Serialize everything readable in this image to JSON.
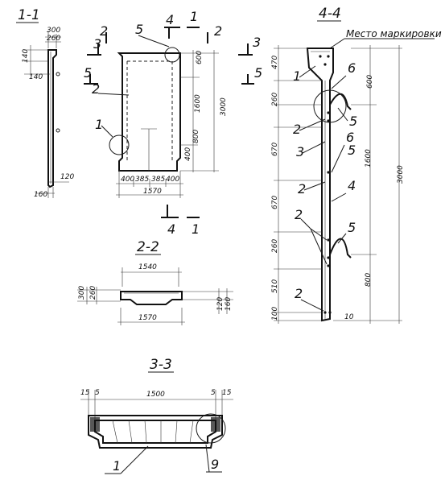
{
  "sections": {
    "s11": "1-1",
    "s22": "2-2",
    "s33": "3-3",
    "s44": "4-4"
  },
  "marking_note": "Место маркировки",
  "callouts": {
    "n1": "1",
    "n2": "2",
    "n3": "3",
    "n4": "4",
    "n5": "5",
    "n6": "6",
    "n9": "9"
  },
  "dims": {
    "d300": "300",
    "d260": "260",
    "d140": "140",
    "d120": "120",
    "d160": "160",
    "d400": "400",
    "d385": "385",
    "d1570": "1570",
    "d1540": "1540",
    "d600": "600",
    "d1600": "1600",
    "d3000": "3000",
    "d800": "800",
    "d470": "470",
    "d670": "670",
    "d510": "510",
    "d100": "100",
    "d10": "10",
    "d1500": "1500",
    "d15": "15",
    "d5": "5"
  }
}
